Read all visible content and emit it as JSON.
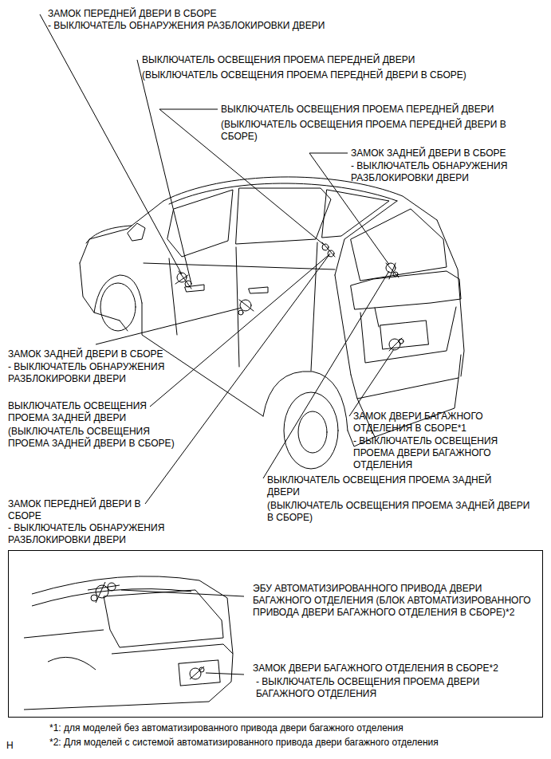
{
  "diagram": {
    "nodes": [
      {
        "text": [
          "ЭБУ АВТОМАТИЗИРОВАННОГО ПРИВОДА ДВЕРИ БАГАЖНОГО ОТДЕЛЕНИЯ (БЛОК АВТОМАТИЗИРОВАННОГО ПРИВОДА ДВЕРИ БАГАЖНОГО ОТДЕЛЕНИЯ В СБОРЕ)*2",
          "ЗАМОК ДВЕРИ БАГАЖНОГО ОТДЕЛЕНИЯ В СБОРЕ*2",
          "- ВЫКЛЮЧАТЕЛЬ ОСВЕЩЕНИЯ ПРОЕМА ДВЕРИ БАГАЖНОГО ОТДЕЛЕНИЯ"
        ]
      }
    ],
    "labels": [
      "ЗАМОК ПЕРЕДНЕЙ ДВЕРИ В СБОРЕ",
      "- ВЫКЛЮЧАТЕЛЬ ОБНАРУЖЕНИЯ РАЗБЛОКИРОВКИ ДВЕРИ",
      "ВЫКЛЮЧАТЕЛЬ ОСВЕЩЕНИЯ ПРОЕМА ПЕРЕДНЕЙ ДВЕРИ",
      "(ВЫКЛЮЧАТЕЛЬ ОСВЕЩЕНИЯ ПРОЕМА ПЕРЕДНЕЙ ДВЕРИ В СБОРЕ)",
      "ВЫКЛЮЧАТЕЛЬ ОСВЕЩЕНИЯ ПРОЕМА ПЕРЕДНЕЙ ДВЕРИ",
      "(ВЫКЛЮЧАТЕЛЬ ОСВЕЩЕНИЯ ПРОЕМА ПЕРЕДНЕЙ ДВЕРИ В СБОРЕ)",
      "ЗАМОК ЗАДНЕЙ ДВЕРИ В СБОРЕ",
      "- ВЫКЛЮЧАТЕЛЬ ОБНАРУЖЕНИЯ РАЗБЛОКИРОВКИ ДВЕРИ",
      "ЗАМОК ЗАДНЕЙ ДВЕРИ В СБОРЕ",
      "- ВЫКЛЮЧАТЕЛЬ ОБНАРУЖЕНИЯ РАЗБЛОКИРОВКИ ДВЕРИ",
      "ВЫКЛЮЧАТЕЛЬ ОСВЕЩЕНИЯ ПРОЕМА ЗАДНЕЙ ДВЕРИ",
      "(ВЫКЛЮЧАТЕЛЬ ОСВЕЩЕНИЯ ПРОЕМА ЗАДНЕЙ ДВЕРИ В СБОРЕ)",
      "ЗАМОК ДВЕРИ БАГАЖНОГО ОТДЕЛЕНИЯ В СБОРЕ*1",
      "- ВЫКЛЮЧАТЕЛЬ ОСВЕЩЕНИЯ ПРОЕМА ДВЕРИ БАГАЖНОГО ОТДЕЛЕНИЯ",
      "ВЫКЛЮЧАТЕЛЬ ОСВЕЩЕНИЯ ПРОЕМА ЗАДНЕЙ ДВЕРИ",
      "(ВЫКЛЮЧАТЕЛЬ ОСВЕЩЕНИЯ ПРОЕМА ЗАДНЕЙ ДВЕРИ В СБОРЕ)",
      "ЗАМОК ПЕРЕДНЕЙ ДВЕРИ В СБОРЕ",
      "- ВЫКЛЮЧАТЕЛЬ ОБНАРУЖЕНИЯ РАЗБЛОКИРОВКИ ДВЕРИ",
      "*1: для моделей без автоматизированного привода двери багажного отделения",
      "*2: Для моделей с системой автоматизированного привода двери багажного отделения",
      "H"
    ]
  }
}
